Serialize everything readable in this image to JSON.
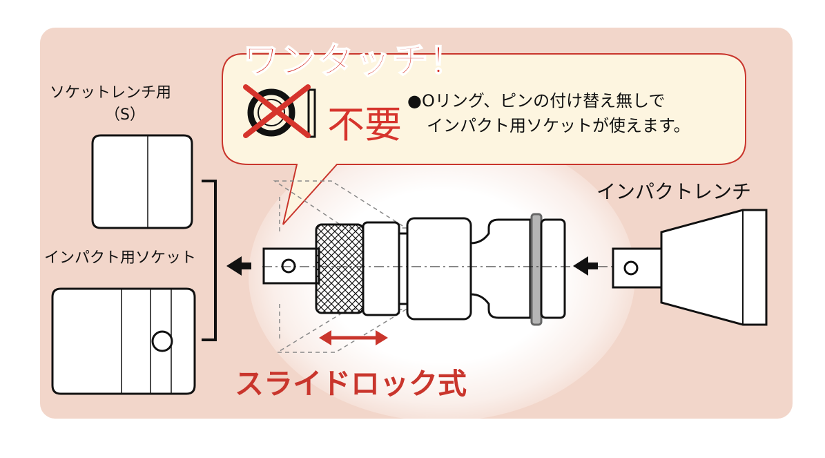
{
  "colors": {
    "panel_bg": "#f2d6ca",
    "accent_red": "#d6342c",
    "bubble_bg": "#fdf5e0",
    "outline": "#111111",
    "ring_gray": "#8a8a8a"
  },
  "title": "ワンタッチ！",
  "no_need": "不要",
  "note": {
    "bullet": "●",
    "line1": "Oリング、ピンの付け替え無しで",
    "line2": "インパクト用ソケットが使えます。"
  },
  "labels": {
    "socket_wrench_line1": "ソケットレンチ用",
    "socket_wrench_line2": "（S）",
    "impact_socket": "インパクト用ソケット",
    "impact_wrench": "インパクトレンチ",
    "slide_lock": "スライドロック式"
  },
  "icons": [
    "o-ring-icon",
    "pin-icon",
    "cross-mark-icon",
    "arrow-left-icon",
    "double-arrow-icon"
  ]
}
